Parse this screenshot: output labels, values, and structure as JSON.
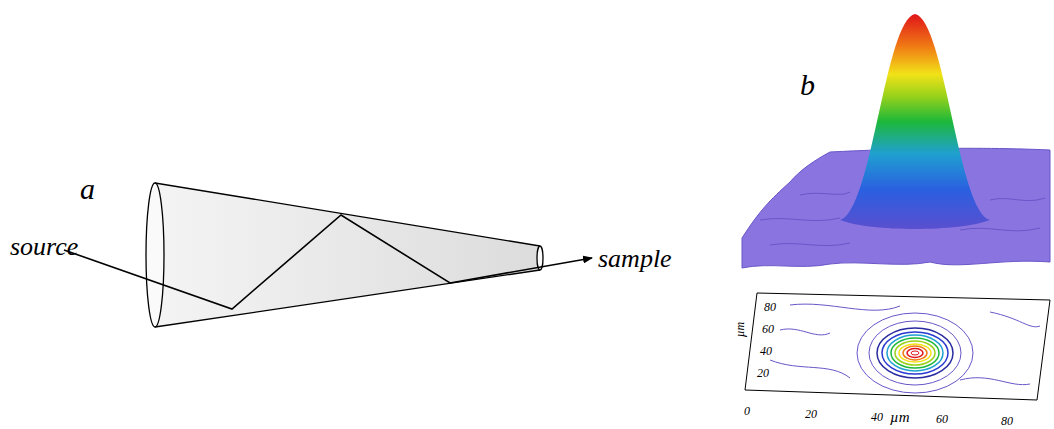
{
  "diagram": {
    "labels": [
      "a",
      "source",
      "sample",
      "b",
      "0",
      "20",
      "40",
      "60",
      "80",
      "µm",
      "20",
      "40",
      "60",
      "80",
      "µm"
    ]
  }
}
